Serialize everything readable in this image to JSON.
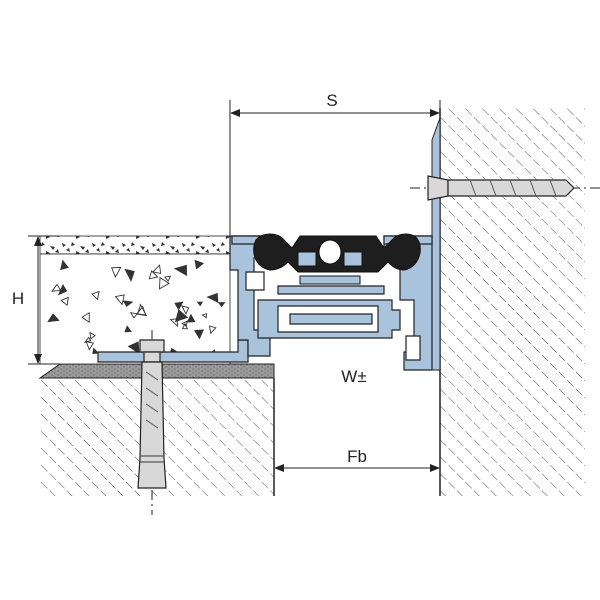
{
  "diagram": {
    "labels": {
      "s": "S",
      "h": "H",
      "w": "W±",
      "fb": "Fb"
    },
    "colors": {
      "profile": "#a9c3dd",
      "rubber": "#1e1e1e",
      "concrete": "#ffffff",
      "hatch": "#555555",
      "anchor": "#d8d8d8",
      "outline": "#222222"
    }
  }
}
